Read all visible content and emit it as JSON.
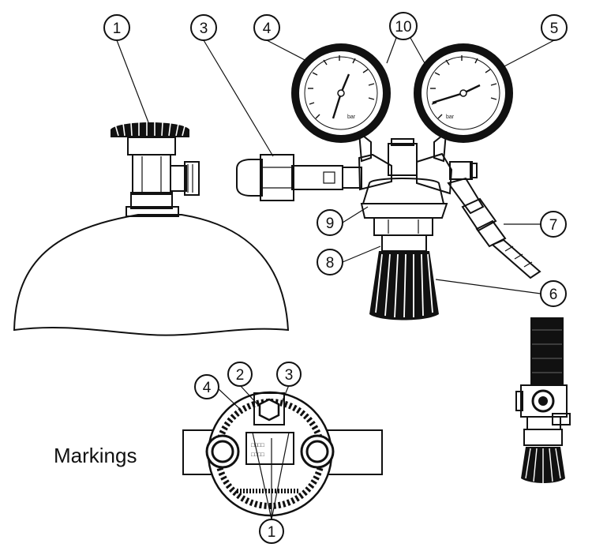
{
  "callouts_top": {
    "c1": "1",
    "c3": "3",
    "c4": "4",
    "c10": "10",
    "c5": "5",
    "c7": "7",
    "c9": "9",
    "c8": "8",
    "c6": "6"
  },
  "callouts_bottom": {
    "c1": "1",
    "c2": "2",
    "c3": "3",
    "c4": "4"
  },
  "markings_label": "Markings"
}
